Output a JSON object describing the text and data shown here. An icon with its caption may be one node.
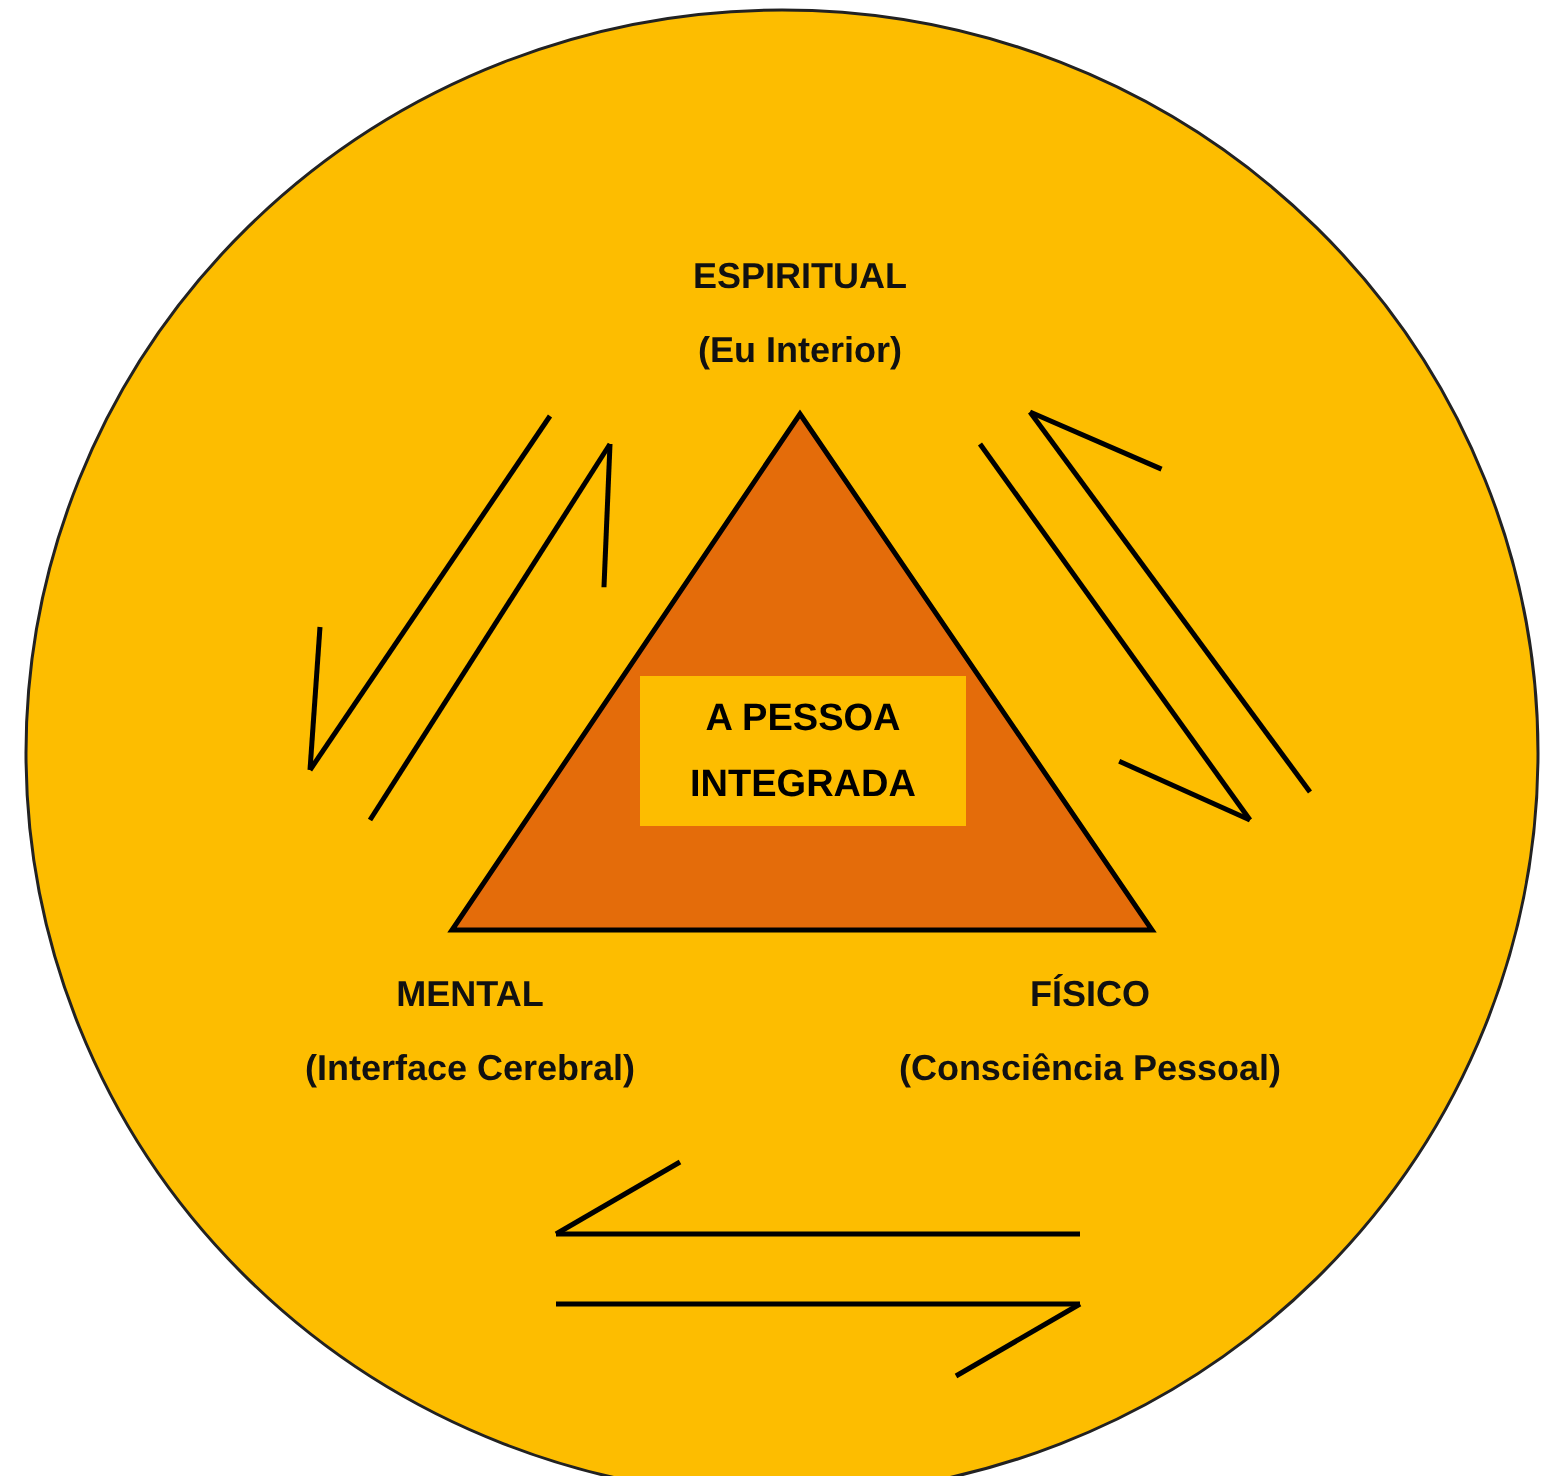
{
  "diagram": {
    "nodes": [
      {
        "text": [],
        "shape": "circle"
      },
      {
        "text": [
          "A PESSOA INTEGRADA"
        ],
        "in": 0
      },
      {
        "text": [
          "ESPIRITUAL",
          "(Eu Interior)"
        ],
        "in": 0
      },
      {
        "text": [
          "MENTAL",
          "(Interface Cerebral)"
        ],
        "in": 0
      },
      {
        "text": [
          "FÍSICO",
          "(Consciência Pessoal)"
        ],
        "in": 0
      }
    ]
  }
}
